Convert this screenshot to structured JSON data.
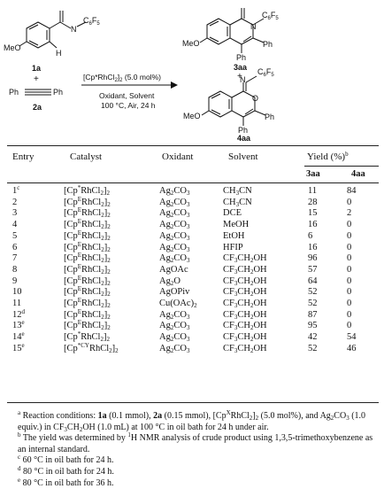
{
  "scheme": {
    "reagent1_label": "1a",
    "reagent2_label": "2a",
    "plus": "+",
    "sub_meo": "MeO",
    "sub_n": "N",
    "sub_h": "H",
    "sub_c6f5": "C",
    "sub_c6f5_sub": "6",
    "sub_c6f5_f": "F",
    "sub_c6f5_f_sub": "5",
    "alkyne_left": "Ph",
    "alkyne_right": "Ph",
    "catalyst_line": "[Cp*RhCl",
    "catalyst_sub": "2",
    "catalyst_tail": "]",
    "catalyst_sub2": "2",
    "catalyst_loading": " (5.0 mol%)",
    "conditions_line1": "Oxidant, Solvent",
    "conditions_line2": "100 °C, Air, 24 h",
    "product1_label": "3aa",
    "product2_label": "4aa",
    "prod_ph1": "Ph",
    "prod_ph2": "Ph",
    "prod_meo": "MeO",
    "prod_n": "N",
    "prod_o": "O",
    "prod_c6f5": "C",
    "prod_c6f5_f": "F",
    "prod_six": "6",
    "prod_five": "5"
  },
  "table": {
    "headers": {
      "entry": "Entry",
      "catalyst": "Catalyst",
      "oxidant": "Oxidant",
      "solvent": "Solvent",
      "yield": "Yield (%)",
      "yield_sup": "b",
      "col3aa": "3aa",
      "col4aa": "4aa"
    },
    "rows": [
      {
        "entry": "1",
        "entry_sup": "c",
        "cat_pre": "[Cp",
        "cat_sup": "*",
        "cat_mid": "RhCl",
        "ox": "Ag",
        "ox_sub1": "2",
        "ox_mid": "CO",
        "ox_sub2": "3",
        "solv": "CH",
        "solv_sub": "3",
        "solv_tail": "CN",
        "y3": "11",
        "y4": "84"
      },
      {
        "entry": "2",
        "entry_sup": "",
        "cat_pre": "[Cp",
        "cat_sup": "E",
        "cat_mid": "RhCl",
        "ox": "Ag",
        "ox_sub1": "2",
        "ox_mid": "CO",
        "ox_sub2": "3",
        "solv": "CH",
        "solv_sub": "3",
        "solv_tail": "CN",
        "y3": "28",
        "y4": "0"
      },
      {
        "entry": "3",
        "entry_sup": "",
        "cat_pre": "[Cp",
        "cat_sup": "E",
        "cat_mid": "RhCl",
        "ox": "Ag",
        "ox_sub1": "2",
        "ox_mid": "CO",
        "ox_sub2": "3",
        "solv": "DCE",
        "solv_sub": "",
        "solv_tail": "",
        "y3": "15",
        "y4": "2"
      },
      {
        "entry": "4",
        "entry_sup": "",
        "cat_pre": "[Cp",
        "cat_sup": "E",
        "cat_mid": "RhCl",
        "ox": "Ag",
        "ox_sub1": "2",
        "ox_mid": "CO",
        "ox_sub2": "3",
        "solv": "MeOH",
        "solv_sub": "",
        "solv_tail": "",
        "y3": "16",
        "y4": "0"
      },
      {
        "entry": "5",
        "entry_sup": "",
        "cat_pre": "[Cp",
        "cat_sup": "E",
        "cat_mid": "RhCl",
        "ox": "Ag",
        "ox_sub1": "2",
        "ox_mid": "CO",
        "ox_sub2": "3",
        "solv": "EtOH",
        "solv_sub": "",
        "solv_tail": "",
        "y3": "6",
        "y4": "0"
      },
      {
        "entry": "6",
        "entry_sup": "",
        "cat_pre": "[Cp",
        "cat_sup": "E",
        "cat_mid": "RhCl",
        "ox": "Ag",
        "ox_sub1": "2",
        "ox_mid": "CO",
        "ox_sub2": "3",
        "solv": "HFIP",
        "solv_sub": "",
        "solv_tail": "",
        "y3": "16",
        "y4": "0"
      },
      {
        "entry": "7",
        "entry_sup": "",
        "cat_pre": "[Cp",
        "cat_sup": "E",
        "cat_mid": "RhCl",
        "ox": "Ag",
        "ox_sub1": "2",
        "ox_mid": "CO",
        "ox_sub2": "3",
        "solv": "CF",
        "solv_sub": "3",
        "solv_tail": "CH",
        "solv_sub2": "2",
        "solv_tail2": "OH",
        "y3": "96",
        "y4": "0"
      },
      {
        "entry": "8",
        "entry_sup": "",
        "cat_pre": "[Cp",
        "cat_sup": "E",
        "cat_mid": "RhCl",
        "ox": "AgOAc",
        "ox_sub1": "",
        "ox_mid": "",
        "ox_sub2": "",
        "solv": "CF",
        "solv_sub": "3",
        "solv_tail": "CH",
        "solv_sub2": "2",
        "solv_tail2": "OH",
        "y3": "57",
        "y4": "0"
      },
      {
        "entry": "9",
        "entry_sup": "",
        "cat_pre": "[Cp",
        "cat_sup": "E",
        "cat_mid": "RhCl",
        "ox": "Ag",
        "ox_sub1": "2",
        "ox_mid": "O",
        "ox_sub2": "",
        "solv": "CF",
        "solv_sub": "3",
        "solv_tail": "CH",
        "solv_sub2": "2",
        "solv_tail2": "OH",
        "y3": "64",
        "y4": "0"
      },
      {
        "entry": "10",
        "entry_sup": "",
        "cat_pre": "[Cp",
        "cat_sup": "E",
        "cat_mid": "RhCl",
        "ox": "AgOPiv",
        "ox_sub1": "",
        "ox_mid": "",
        "ox_sub2": "",
        "solv": "CF",
        "solv_sub": "3",
        "solv_tail": "CH",
        "solv_sub2": "2",
        "solv_tail2": "OH",
        "y3": "52",
        "y4": "0"
      },
      {
        "entry": "11",
        "entry_sup": "",
        "cat_pre": "[Cp",
        "cat_sup": "E",
        "cat_mid": "RhCl",
        "ox": "Cu(OAc)",
        "ox_sub1": "2",
        "ox_mid": "",
        "ox_sub2": "",
        "solv": "CF",
        "solv_sub": "3",
        "solv_tail": "CH",
        "solv_sub2": "2",
        "solv_tail2": "OH",
        "y3": "52",
        "y4": "0"
      },
      {
        "entry": "12",
        "entry_sup": "d",
        "cat_pre": "[Cp",
        "cat_sup": "E",
        "cat_mid": "RhCl",
        "ox": "Ag",
        "ox_sub1": "2",
        "ox_mid": "CO",
        "ox_sub2": "3",
        "solv": "CF",
        "solv_sub": "3",
        "solv_tail": "CH",
        "solv_sub2": "2",
        "solv_tail2": "OH",
        "y3": "87",
        "y4": "0"
      },
      {
        "entry": "13",
        "entry_sup": "e",
        "cat_pre": "[Cp",
        "cat_sup": "E",
        "cat_mid": "RhCl",
        "ox": "Ag",
        "ox_sub1": "2",
        "ox_mid": "CO",
        "ox_sub2": "3",
        "solv": "CF",
        "solv_sub": "3",
        "solv_tail": "CH",
        "solv_sub2": "2",
        "solv_tail2": "OH",
        "y3": "95",
        "y4": "0"
      },
      {
        "entry": "14",
        "entry_sup": "e",
        "cat_pre": "[Cp",
        "cat_sup": "*",
        "cat_mid": "RhCl",
        "ox": "Ag",
        "ox_sub1": "2",
        "ox_mid": "CO",
        "ox_sub2": "3",
        "solv": "CF",
        "solv_sub": "3",
        "solv_tail": "CH",
        "solv_sub2": "2",
        "solv_tail2": "OH",
        "y3": "42",
        "y4": "54"
      },
      {
        "entry": "15",
        "entry_sup": "e",
        "cat_pre": "[Cp",
        "cat_sup": "*CY",
        "cat_mid": "RhCl",
        "ox": "Ag",
        "ox_sub1": "2",
        "ox_mid": "CO",
        "ox_sub2": "3",
        "solv": "CF",
        "solv_sub": "3",
        "solv_tail": "CH",
        "solv_sub2": "2",
        "solv_tail2": "OH",
        "y3": "52",
        "y4": "46"
      }
    ]
  },
  "notes": {
    "a_mark": "a",
    "a_text1": " Reaction conditions: ",
    "a_1a": "1a",
    "a_text2": " (0.1 mmol), ",
    "a_2a": "2a",
    "a_text3": " (0.15 mmol), [Cp",
    "a_x": "X",
    "a_text4": "RhCl",
    "a_text5": "]",
    "a_text6": " (5.0 mol%), and Ag",
    "a_text7": "CO",
    "a_text8": " (1.0 equiv.) in CF",
    "a_text9": "CH",
    "a_text10": "OH (1.0 mL) at 100 °C in oil bath for 24 h under air.",
    "b_mark": "b",
    "b_text1": " The yield was determined by ",
    "b_one": "1",
    "b_text2": "H NMR analysis of crude product using 1,3,5-trimethoxybenzene as an internal standard.",
    "c_mark": "c",
    "c_text": " 60 °C in oil bath for 24 h.",
    "d_mark": "d",
    "d_text": " 80 °C in oil bath for 24 h.",
    "e_mark": "e",
    "e_text": " 80 °C in oil bath for 36 h."
  }
}
